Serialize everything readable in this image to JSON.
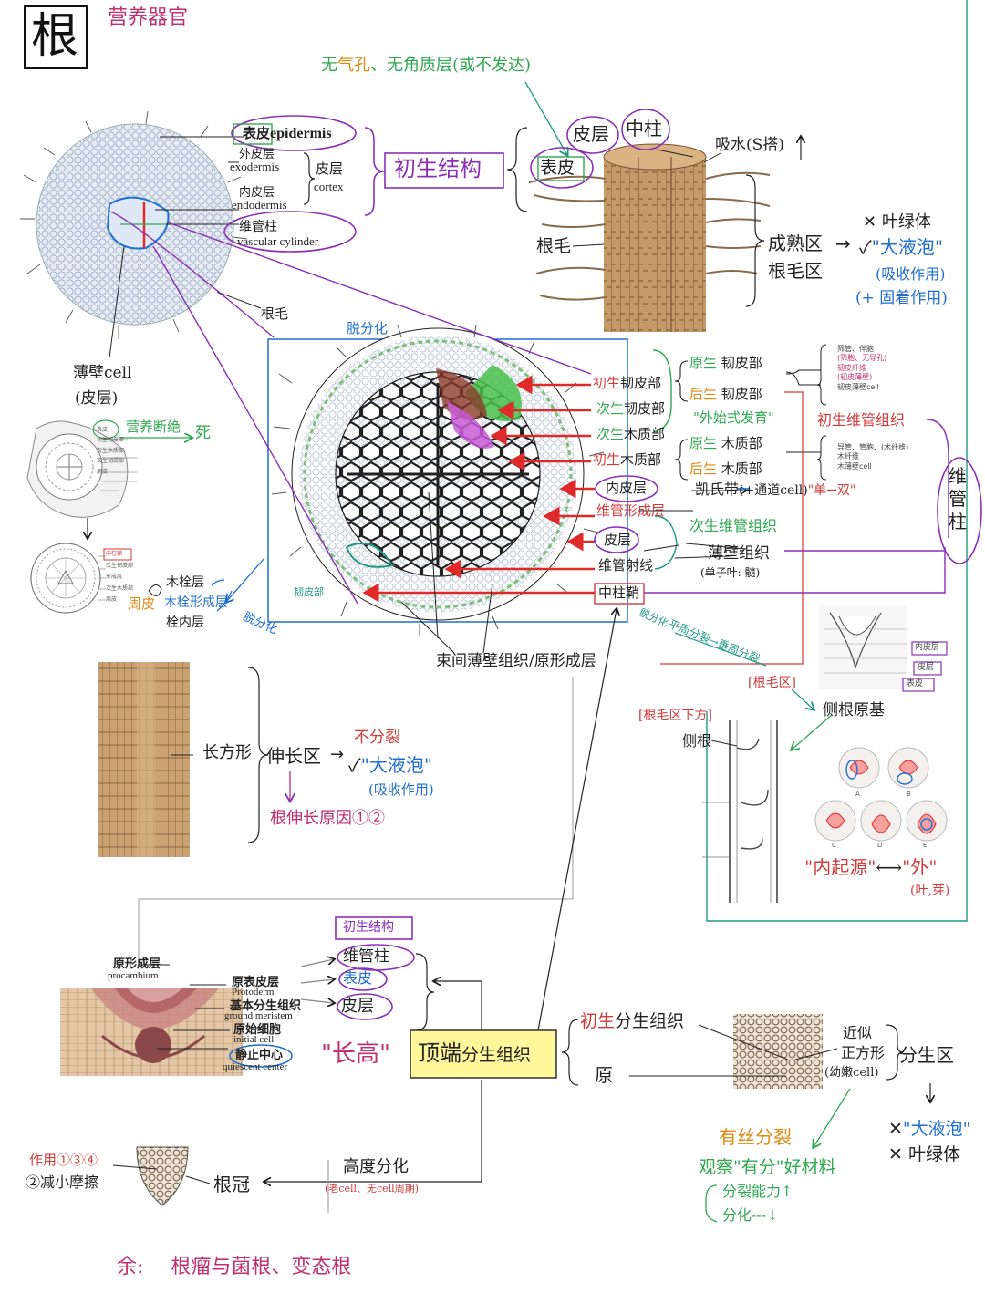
{
  "colors": {
    "red": "#d23a3a",
    "pink": "#c0306e",
    "purple": "#8b2fb8",
    "green": "#2fa84f",
    "blue": "#1f6fd0",
    "orange": "#e08a10",
    "teal": "#1f9a86",
    "wood": "#b58a5a",
    "black": "#1a1a1a"
  },
  "header": {
    "title_char": "根",
    "subtitle": "营养器官"
  },
  "primary_structure": {
    "top_note": {
      "part1": "无",
      "part2": "气孔",
      "part3": "、无角质层(或不发达)"
    },
    "label": "初生结构",
    "epidermis_cn": "表皮",
    "epidermis_en": "epidermis",
    "exodermis_cn": "外皮层",
    "exodermis_en": "exodermis",
    "cortex_cn": "皮层",
    "cortex_en": "cortex",
    "endodermis_cn": "内皮层",
    "endodermis_en": "endodermis",
    "vascular_cn": "维管柱",
    "vascular_en": "vascular cylinder",
    "root_hair": "根毛",
    "parenchyma": "薄壁cell",
    "parenchyma_note": "(皮层)"
  },
  "maturation_zone": {
    "epidermis": "表皮",
    "cortex": "皮层",
    "stele": "中柱",
    "absorb": "吸水",
    "absorb_note": "(S搭)",
    "root_hair": "根毛",
    "zone1": "成熟区",
    "zone2": "根毛区",
    "arrow": "→",
    "item1_mark": "✕",
    "item1": "叶绿体",
    "item2_mark": "✓",
    "item2": "\"大液泡\"",
    "item2_note": "(吸收作用)",
    "item3": "(+ 固着作用)"
  },
  "cross_section": {
    "dedifferentiation": "脱分化",
    "primary_phloem_a": "初生",
    "primary_phloem_b": "韧皮部",
    "secondary_phloem_a": "次生",
    "secondary_phloem_b": "韧皮部",
    "secondary_xylem_a": "次生",
    "secondary_xylem_b": "木质部",
    "primary_xylem_a": "初生",
    "primary_xylem_b": "木质部",
    "endodermis": "内皮层",
    "cambium": "维管形成层",
    "cortex": "皮层",
    "vascular_ray": "维管射线",
    "pericycle": "中柱鞘",
    "phloem_small": "韧皮部",
    "protophloem": "原生",
    "protophloem_b": "韧皮部",
    "metaphloem": "后生",
    "metaphloem_b": "韧皮部",
    "exarch": "\"外始式发育\"",
    "protoxylem": "原生",
    "protoxylem_b": "木质部",
    "metaxylem": "后生",
    "metaxylem_b": "木质部",
    "casparian": "凯氏带",
    "casparian_note": "(+通道cell)",
    "casparian_note2": "\"单→双\"",
    "primary_vascular_tissue": "初生维管组织",
    "secondary_vascular_tissue": "次生维管组织",
    "parenchyma_tissue": "薄壁组织",
    "parenchyma_note": "(单子叶: 髓)",
    "stele": "维管柱",
    "phloem_detail": [
      "筛管、伴胞",
      "(筛胞、无导孔)",
      "韧皮纤维",
      "(韧皮薄壁)",
      "韧皮薄壁cell"
    ],
    "xylem_detail": [
      "导管、管胞、(木纤维)",
      "木纤维",
      "木薄壁cell"
    ],
    "interfascicular": "束间薄壁组织/原形成层"
  },
  "secondary_growth": {
    "nutrient_cut": "营养断绝",
    "die": "死",
    "cork": "木栓层",
    "cork_cambium": "木栓形成层",
    "phelloderm": "栓内层",
    "periderm": "周皮",
    "dediff": "脱分化",
    "top_labels": [
      "表皮",
      "初生韧皮部",
      "次生木质部",
      "次生韧皮部",
      "周皮"
    ],
    "bottom_labels": [
      "中柱鞘",
      "次生韧皮部",
      "形成层",
      "次生木质部",
      "周皮"
    ]
  },
  "lateral_root": {
    "division": "平周分裂→垂周分裂",
    "zone": "[根毛区]",
    "primordium": "侧根原基",
    "below_zone": "[根毛区下方]",
    "lateral": "侧根",
    "endodermis": "内皮层",
    "cortex": "皮层",
    "epidermis": "表皮",
    "origin_inner": "\"内起源\"",
    "arrow": "⟷",
    "origin_outer": "\"外\"",
    "origin_note": "(叶,芽)",
    "stages": [
      "A",
      "B",
      "C",
      "D",
      "E"
    ]
  },
  "elongation": {
    "shape": "长方形",
    "zone": "伸长区",
    "arrow": "→",
    "no_division": "不分裂",
    "check": "✓",
    "vacuole": "\"大液泡\"",
    "absorb": "(吸收作用)",
    "reason": "根伸长原因①②"
  },
  "apical": {
    "primary_structure": "初生结构",
    "vascular": "维管柱",
    "epidermis": "表皮",
    "cortex": "皮层",
    "procambium_cn": "原形成层",
    "procambium_en": "procambium",
    "protoderm_cn": "原表皮层",
    "protoderm_en": "Protoderm",
    "ground_cn": "基本分生组织",
    "ground_en": "ground meristem",
    "initial_cn": "原始细胞",
    "initial_en": "initial cell",
    "qc_cn": "静止中心",
    "qc_en": "quiescent center",
    "grow_tall": "\"长高\"",
    "apical_label_a": "顶端",
    "apical_label_b": "分生组织",
    "primary_meristem_a": "初生",
    "primary_meristem_b": "分生组织",
    "pro": "原",
    "similar1": "近似",
    "similar2": "正方形",
    "similar3": "(幼嫩cell)",
    "meristem_zone": "分生区",
    "down": "↓",
    "x1": "✕",
    "x1_text": "\"大液泡\"",
    "x2": "✕",
    "x2_text": "叶绿体",
    "mitosis": "有丝分裂",
    "observe": "观察\"有分\"好材料",
    "ability": "分裂能力↑",
    "differentiation": "分化---↓"
  },
  "root_cap": {
    "functions": "作用①③④",
    "reduce": "②减小摩擦",
    "label": "根冠",
    "diff": "高度分化",
    "diff_note": "(老cell、无cell周期)"
  },
  "footer": {
    "rest_a": "余:",
    "rest_b": "根瘤与菌根、变态根"
  }
}
